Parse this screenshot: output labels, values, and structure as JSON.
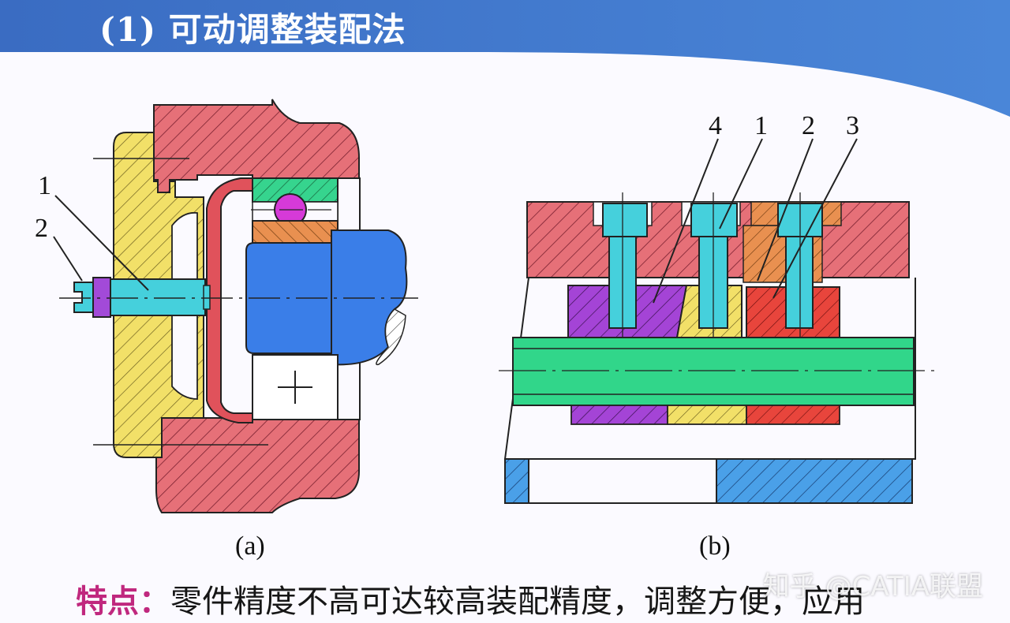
{
  "slide": {
    "title": "(1) 可动调整装配法",
    "features_label": "特点：",
    "features_text": "零件精度不高可达较高装配精度，调整方便，应用"
  },
  "figure_a": {
    "caption": "(a)",
    "callouts": [
      "1",
      "2"
    ]
  },
  "figure_b": {
    "caption": "(b)",
    "callouts": [
      "4",
      "1",
      "2",
      "3"
    ]
  },
  "watermark": {
    "text": "知乎 @CATIA联盟"
  },
  "colors": {
    "header_blue": "#3f73c9",
    "red_part": "#e06b73",
    "yellow_part": "#f2e068",
    "cyan_part": "#45d0dc",
    "blue_part": "#3a7ee8",
    "green_part": "#31d68a",
    "purple_part": "#a444d6",
    "orange_part": "#e99050",
    "magenta_ball": "#d63ad8",
    "feature_label": "#c0287e"
  }
}
